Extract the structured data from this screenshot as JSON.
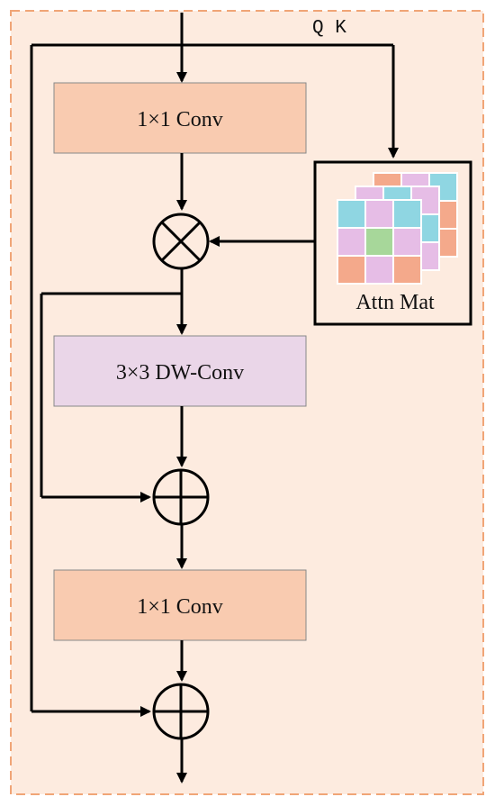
{
  "colors": {
    "background_panel": "#fdebdf",
    "panel_border": "#f0a577",
    "conv_block": "#f9cbb0",
    "dwconv_block": "#ead6e8",
    "line": "#000000",
    "attn_cells": [
      "#8fd6e2",
      "#e6bde6",
      "#a7d79a",
      "#f4a98b"
    ]
  },
  "labels": {
    "qk": "Q  K",
    "conv1": "1×1 Conv",
    "dwconv": "3×3 DW-Conv",
    "conv2": "1×1 Conv",
    "attn": "Attn Mat"
  },
  "operators": {
    "multiply": "multiply-operator",
    "add1": "add-operator",
    "add2": "add-operator"
  },
  "attn_matrix": {
    "layers": 3,
    "grid_rows": 3,
    "grid_cols": 3,
    "front_pattern": [
      [
        "cyan",
        "pink",
        "cyan"
      ],
      [
        "pink",
        "green",
        "pink"
      ],
      [
        "orange",
        "pink",
        "orange"
      ]
    ]
  }
}
